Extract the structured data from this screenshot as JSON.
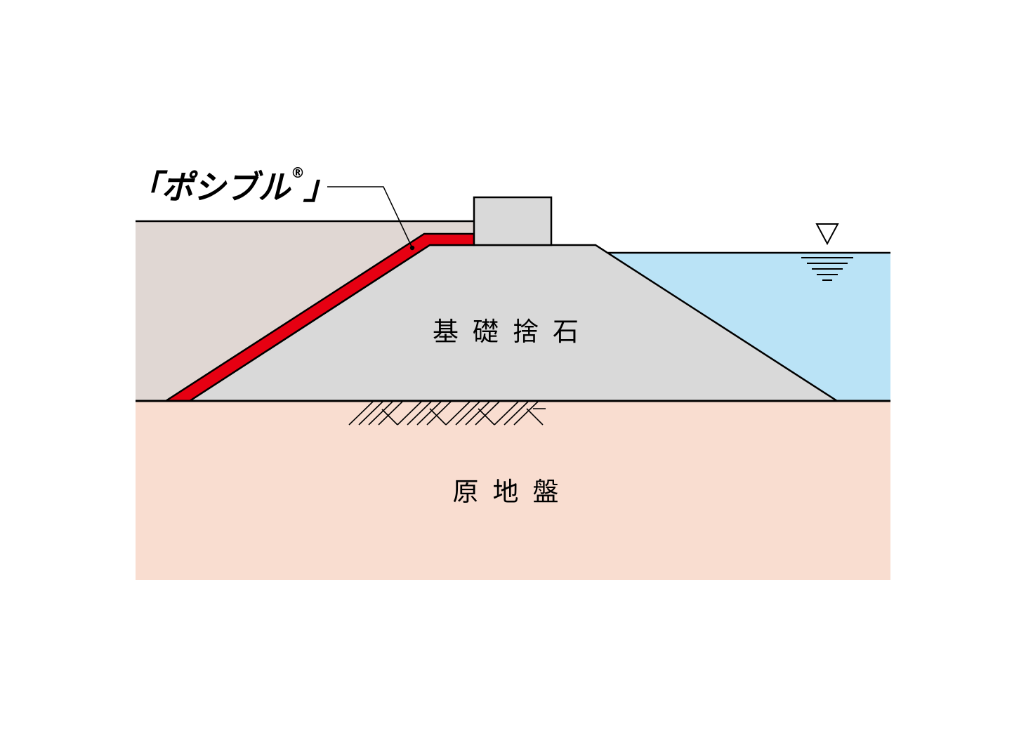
{
  "diagram": {
    "product_label": "「ポシブル",
    "registered_mark": "®",
    "product_label_close": "」",
    "mound_label": "基礎捨石",
    "ground_label": "原地盤"
  },
  "colors": {
    "backfill": "#e0d7d3",
    "ground": "#f9ddd0",
    "mound": "#d9d9d9",
    "block": "#d9d9d9",
    "water": "#bae3f6",
    "sheet": "#e60012",
    "line": "#000000"
  },
  "icons": {
    "water_level": "water-level-icon",
    "hatch": "ground-hatch-icon"
  }
}
